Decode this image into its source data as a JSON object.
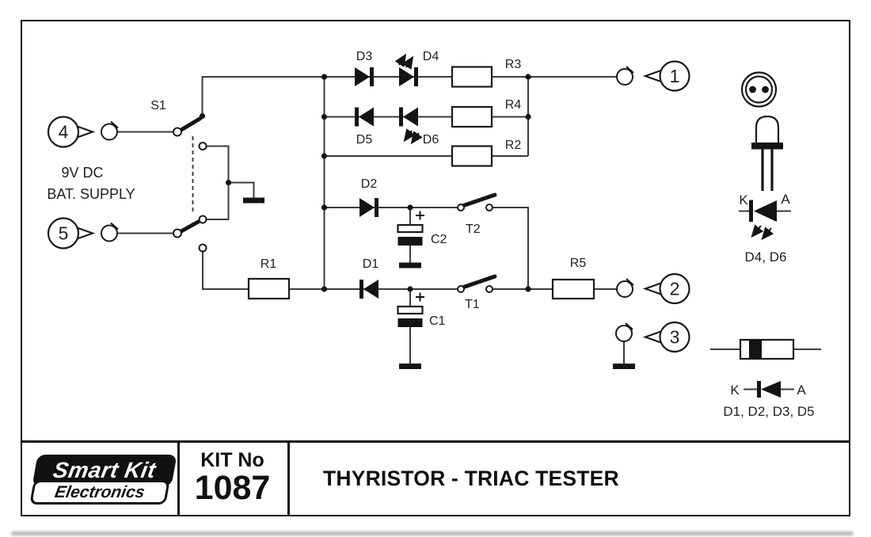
{
  "colors": {
    "wire": "#3b3b3b",
    "ink": "#141414",
    "background": "#ffffff"
  },
  "schematic": {
    "switch": {
      "label": "S1"
    },
    "supply": {
      "line1": "9V DC",
      "line2": "BAT. SUPPLY"
    },
    "labels": {
      "d1": "D1",
      "d2": "D2",
      "d3": "D3",
      "d4": "D4",
      "d5": "D5",
      "d6": "D6",
      "r1": "R1",
      "r2": "R2",
      "r3": "R3",
      "r4": "R4",
      "r5": "R5",
      "c1": "C1",
      "c2": "C2",
      "t1": "T1",
      "t2": "T2"
    },
    "terminals": {
      "n1": "1",
      "n2": "2",
      "n3": "3",
      "n4": "4",
      "n5": "5"
    }
  },
  "legend": {
    "led": {
      "cathode": "K",
      "anode": "A",
      "caption": "D4, D6"
    },
    "diode": {
      "cathode": "K",
      "anode": "A",
      "caption": "D1, D2, D3, D5"
    }
  },
  "footer": {
    "logo": {
      "line1": "Smart Kit",
      "line2": "Electronics"
    },
    "kit": {
      "label": "KIT No",
      "number": "1087"
    },
    "title": "THYRISTOR - TRIAC TESTER"
  }
}
